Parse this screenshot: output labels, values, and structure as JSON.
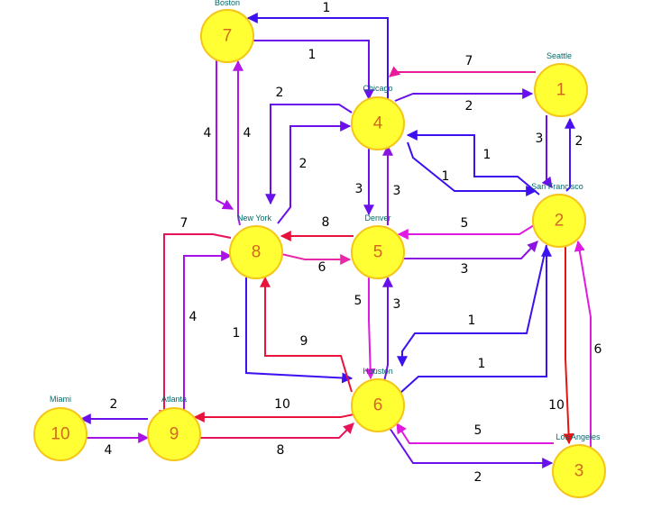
{
  "nodes": [
    {
      "id": 1,
      "num": "1",
      "label": "Seattle"
    },
    {
      "id": 2,
      "num": "2",
      "label": "San Francisco"
    },
    {
      "id": 3,
      "num": "3",
      "label": "Los Angeles"
    },
    {
      "id": 4,
      "num": "4",
      "label": "Chicago"
    },
    {
      "id": 5,
      "num": "5",
      "label": "Denver"
    },
    {
      "id": 6,
      "num": "6",
      "label": "Houston"
    },
    {
      "id": 7,
      "num": "7",
      "label": "Boston"
    },
    {
      "id": 8,
      "num": "8",
      "label": "New York"
    },
    {
      "id": 9,
      "num": "9",
      "label": "Atlanta"
    },
    {
      "id": 10,
      "num": "10",
      "label": "Miami"
    }
  ],
  "edges": [
    {
      "from": 4,
      "to": 7,
      "weight": "1",
      "color": "#3d10f0"
    },
    {
      "from": 7,
      "to": 4,
      "weight": "1",
      "color": "#6a10ea"
    },
    {
      "from": 1,
      "to": 4,
      "weight": "7",
      "color": "#ea1a9a"
    },
    {
      "from": 4,
      "to": 1,
      "weight": "2",
      "color": "#6a10ea"
    },
    {
      "from": 4,
      "to": 8,
      "weight": "2",
      "color": "#6a10ea"
    },
    {
      "from": 8,
      "to": 4,
      "weight": "2",
      "color": "#6a10ea"
    },
    {
      "from": 7,
      "to": 8,
      "weight": "4",
      "color": "#aa10ea"
    },
    {
      "from": 8,
      "to": 7,
      "weight": "4",
      "color": "#b41ae6"
    },
    {
      "from": 1,
      "to": 2,
      "weight": "3",
      "color": "#6a10ea"
    },
    {
      "from": 2,
      "to": 1,
      "weight": "2",
      "color": "#4a10f0"
    },
    {
      "from": 2,
      "to": 4,
      "weight": "1",
      "color": "#3d10f0"
    },
    {
      "from": 4,
      "to": 2,
      "weight": "1",
      "color": "#3d10f0"
    },
    {
      "from": 4,
      "to": 5,
      "weight": "3",
      "color": "#6a10ea"
    },
    {
      "from": 5,
      "to": 4,
      "weight": "3",
      "color": "#8a14e0"
    },
    {
      "from": 5,
      "to": 8,
      "weight": "8",
      "color": "#e8123a"
    },
    {
      "from": 8,
      "to": 5,
      "weight": "6",
      "color": "#e82aa8"
    },
    {
      "from": 2,
      "to": 5,
      "weight": "5",
      "color": "#e01ae0"
    },
    {
      "from": 5,
      "to": 2,
      "weight": "3",
      "color": "#8a14e0"
    },
    {
      "from": 8,
      "to": 9,
      "weight": "7",
      "color": "#e8125a"
    },
    {
      "from": 9,
      "to": 8,
      "weight": "4",
      "color": "#aa10ea"
    },
    {
      "from": 8,
      "to": 6,
      "weight": "1",
      "color": "#3d10f0"
    },
    {
      "from": 6,
      "to": 8,
      "weight": "9",
      "color": "#e8123a"
    },
    {
      "from": 5,
      "to": 6,
      "weight": "5",
      "color": "#e01ae0"
    },
    {
      "from": 6,
      "to": 5,
      "weight": "3",
      "color": "#6a10ea"
    },
    {
      "from": 2,
      "to": 6,
      "weight": "1",
      "color": "#3d10f0"
    },
    {
      "from": 6,
      "to": 2,
      "weight": "1",
      "color": "#3d10f0"
    },
    {
      "from": 2,
      "to": 3,
      "weight": "10",
      "color": "#e81212"
    },
    {
      "from": 3,
      "to": 2,
      "weight": "6",
      "color": "#e01ae0"
    },
    {
      "from": 3,
      "to": 6,
      "weight": "5",
      "color": "#e01ae0"
    },
    {
      "from": 6,
      "to": 3,
      "weight": "2",
      "color": "#6a10ea"
    },
    {
      "from": 6,
      "to": 9,
      "weight": "10",
      "color": "#e8123a"
    },
    {
      "from": 9,
      "to": 6,
      "weight": "8",
      "color": "#e8125a"
    },
    {
      "from": 9,
      "to": 10,
      "weight": "2",
      "color": "#6a10ea"
    },
    {
      "from": 10,
      "to": 9,
      "weight": "4",
      "color": "#aa10ea"
    }
  ]
}
